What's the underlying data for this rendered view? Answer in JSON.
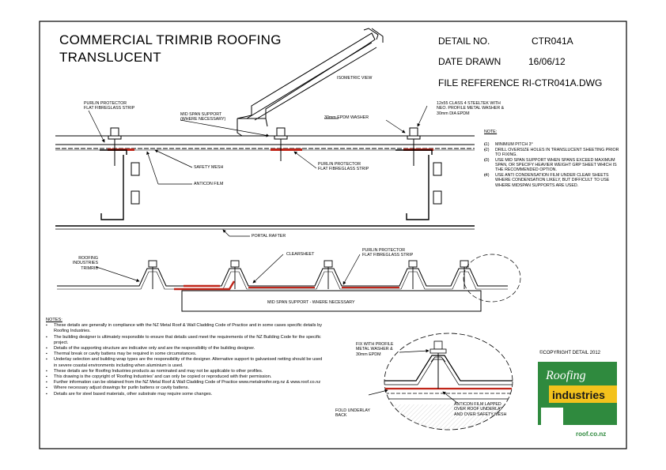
{
  "title": {
    "line1": "COMMERCIAL TRIMRIB ROOFING",
    "line2": "TRANSLUCENT"
  },
  "meta": {
    "detail_label": "DETAIL NO.",
    "detail_value": "CTR041A",
    "date_label": "DATE DRAWN",
    "date_value": "16/06/12",
    "file_label": "FILE REFERENCE",
    "file_value": "RI-CTR041A.DWG"
  },
  "section_labels": {
    "isometric": "ISOMETRIC VIEW",
    "purlin_protector_l1": "PURLIN PROTECTOR",
    "purlin_protector_l2": "FLAT FIBREGLASS STRIP",
    "mid_span_l1": "MID SPAN SUPPORT",
    "mid_span_l2": "(WHERE NECESSARY)",
    "epdm_washer": "30mm EPDM WASHER",
    "screw_l1": "12x55 CLASS 4 STEELTEK WITH",
    "screw_l2": "NEO. PROFILE METAL WASHER &",
    "screw_l3": "30mm DIA EPDM",
    "safety_mesh": "SAFETY MESH",
    "anticon": "ANTICON FILM",
    "purlin_protector2_l1": "PURLIN PROTECTOR",
    "purlin_protector2_l2": "FLAT FIBREGLASS STRIP",
    "portal_rafter": "PORTAL RAFTER"
  },
  "notes_right": {
    "heading": "NOTE:",
    "items": [
      {
        "num": "(1)",
        "text": "MINIMUM PITCH 3°"
      },
      {
        "num": "(2)",
        "text": "DRILL OVERSIZE HOLES IN TRANSLUCENT SHEETING PRIOR TO FIXING."
      },
      {
        "num": "(3)",
        "text": "USE MID SPAN SUPPORT WHEN SPANS EXCEED MAXIMUM SPAN, OR SPECIFY HEAVIER WEIGHT GRP SHEET WHICH IS THE RECOMMENDED OPTION."
      },
      {
        "num": "(4)",
        "text": "USE ANTI CONDENSATION FILM UNDER CLEAR SHEETS WHERE CONDENSATION LIKELY, BUT DIFFICULT TO USE WHERE MIDSPAN SUPPORTS ARE USED."
      }
    ]
  },
  "profile_labels": {
    "roofing_l1": "ROOFING",
    "roofing_l2": "INDUSTRIES",
    "roofing_l3": "TRIMRIB",
    "clearsheet": "CLEARSHEET",
    "purlin_l1": "PURLIN PROTECTOR",
    "purlin_l2": "FLAT FIBREGLASS STRIP",
    "mid_span": "MID SPAN SUPPORT - WHERE NECESSARY"
  },
  "detail_labels": {
    "fix_l1": "FIX WITH PROFILE",
    "fix_l2": "METAL WASHER &",
    "fix_l3": "30mm EPDM",
    "fold_l1": "FOLD UNDERLAY",
    "fold_l2": "BACK",
    "anticon_l1": "ANTICON FILM LAPPED",
    "anticon_l2": "OVER ROOF UNDERLAY",
    "anticon_l3": "AND OVER SAFETY MESH"
  },
  "copyright": "©COPYRIGHT DETAIL 2012",
  "logo": {
    "word1": "Roofing",
    "word2": "industries",
    "url": "roof.co.nz"
  },
  "notes_bottom": {
    "heading": "NOTES:",
    "items": [
      "These details are generally in compliance with the NZ Metal Roof & Wall Cladding Code of Practice and in some cases specific details by Roofing Industries.",
      "The building designer is ultimately responsible to ensure that details used meet the requirements of the NZ Building Code for the specific project.",
      "Details of the supporting structure are indicative only and are the responsibility of the building designer.",
      "Thermal break or cavity battens may be required in some circumstances.",
      "Underlay selection and building wrap types are the responsibility of the designer. Alternative support to galvanised netting should be used in severe coastal environments including when aluminium is used.",
      "These details are for Roofing Industries products as nominated and may not be applicable to other profiles.",
      "This drawing is the copyright of 'Roofing Industries' and can only be copied or reproduced with their permission.",
      "Further information can be obtained from the NZ Metal Roof & Wall Cladding Code of Practice www.metalroofer.org.nz & www.roof.co.nz",
      "Where necessary adjust drawings for purlin battens or cavity battens.",
      "Details are for steel based materials, other substrate may require some changes."
    ]
  }
}
